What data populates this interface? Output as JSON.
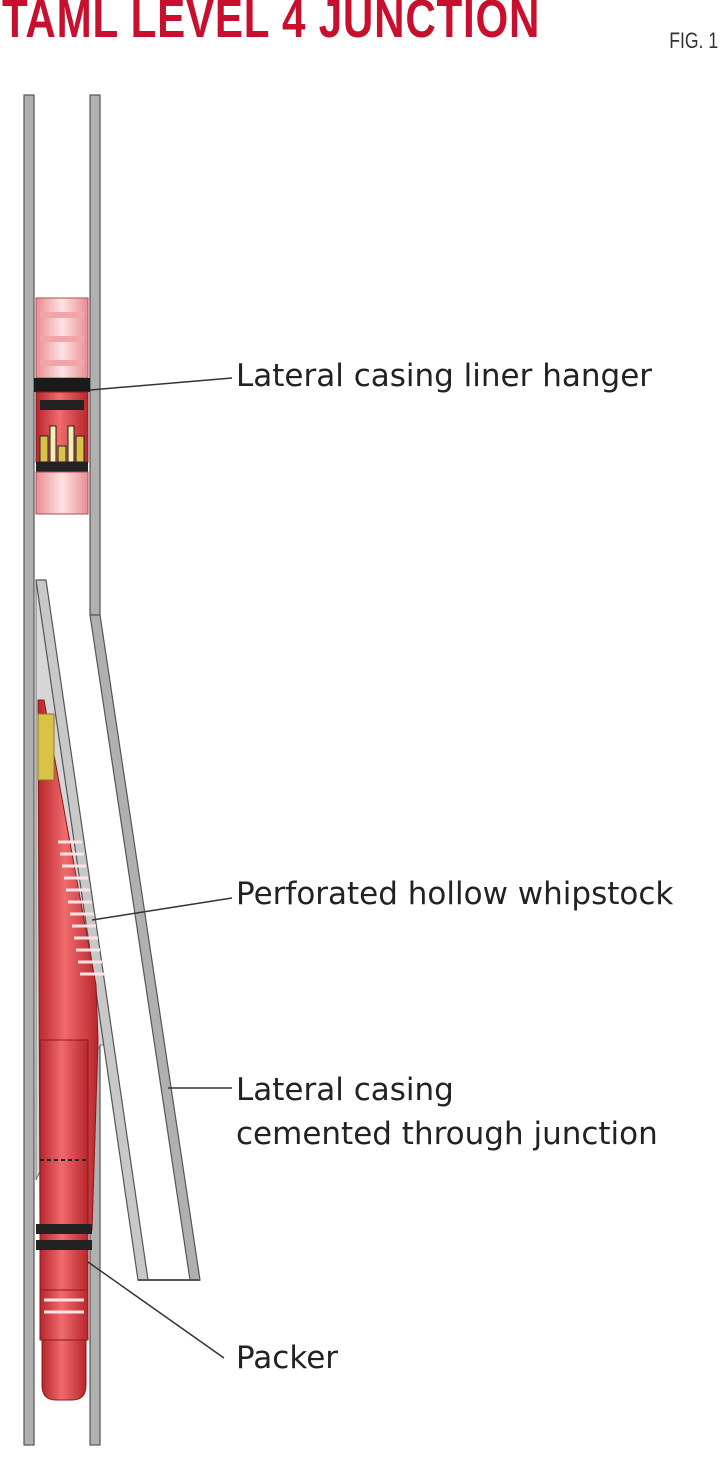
{
  "title": "TAML LEVEL 4 JUNCTION",
  "figure_label": "FIG. 1",
  "labels": {
    "liner_hanger": "Lateral casing liner hanger",
    "whipstock": "Perforated hollow whipstock",
    "lateral_casing_line1": "Lateral casing",
    "lateral_casing_line2": "cemented through junction",
    "packer": "Packer"
  },
  "colors": {
    "title": "#c8102e",
    "tool_red": "#e0383e",
    "tool_light": "#f5b5b8",
    "cement_gray": "#d6d6d6",
    "casing_gray": "#a9a9a9",
    "brass": "#d8c24a"
  }
}
